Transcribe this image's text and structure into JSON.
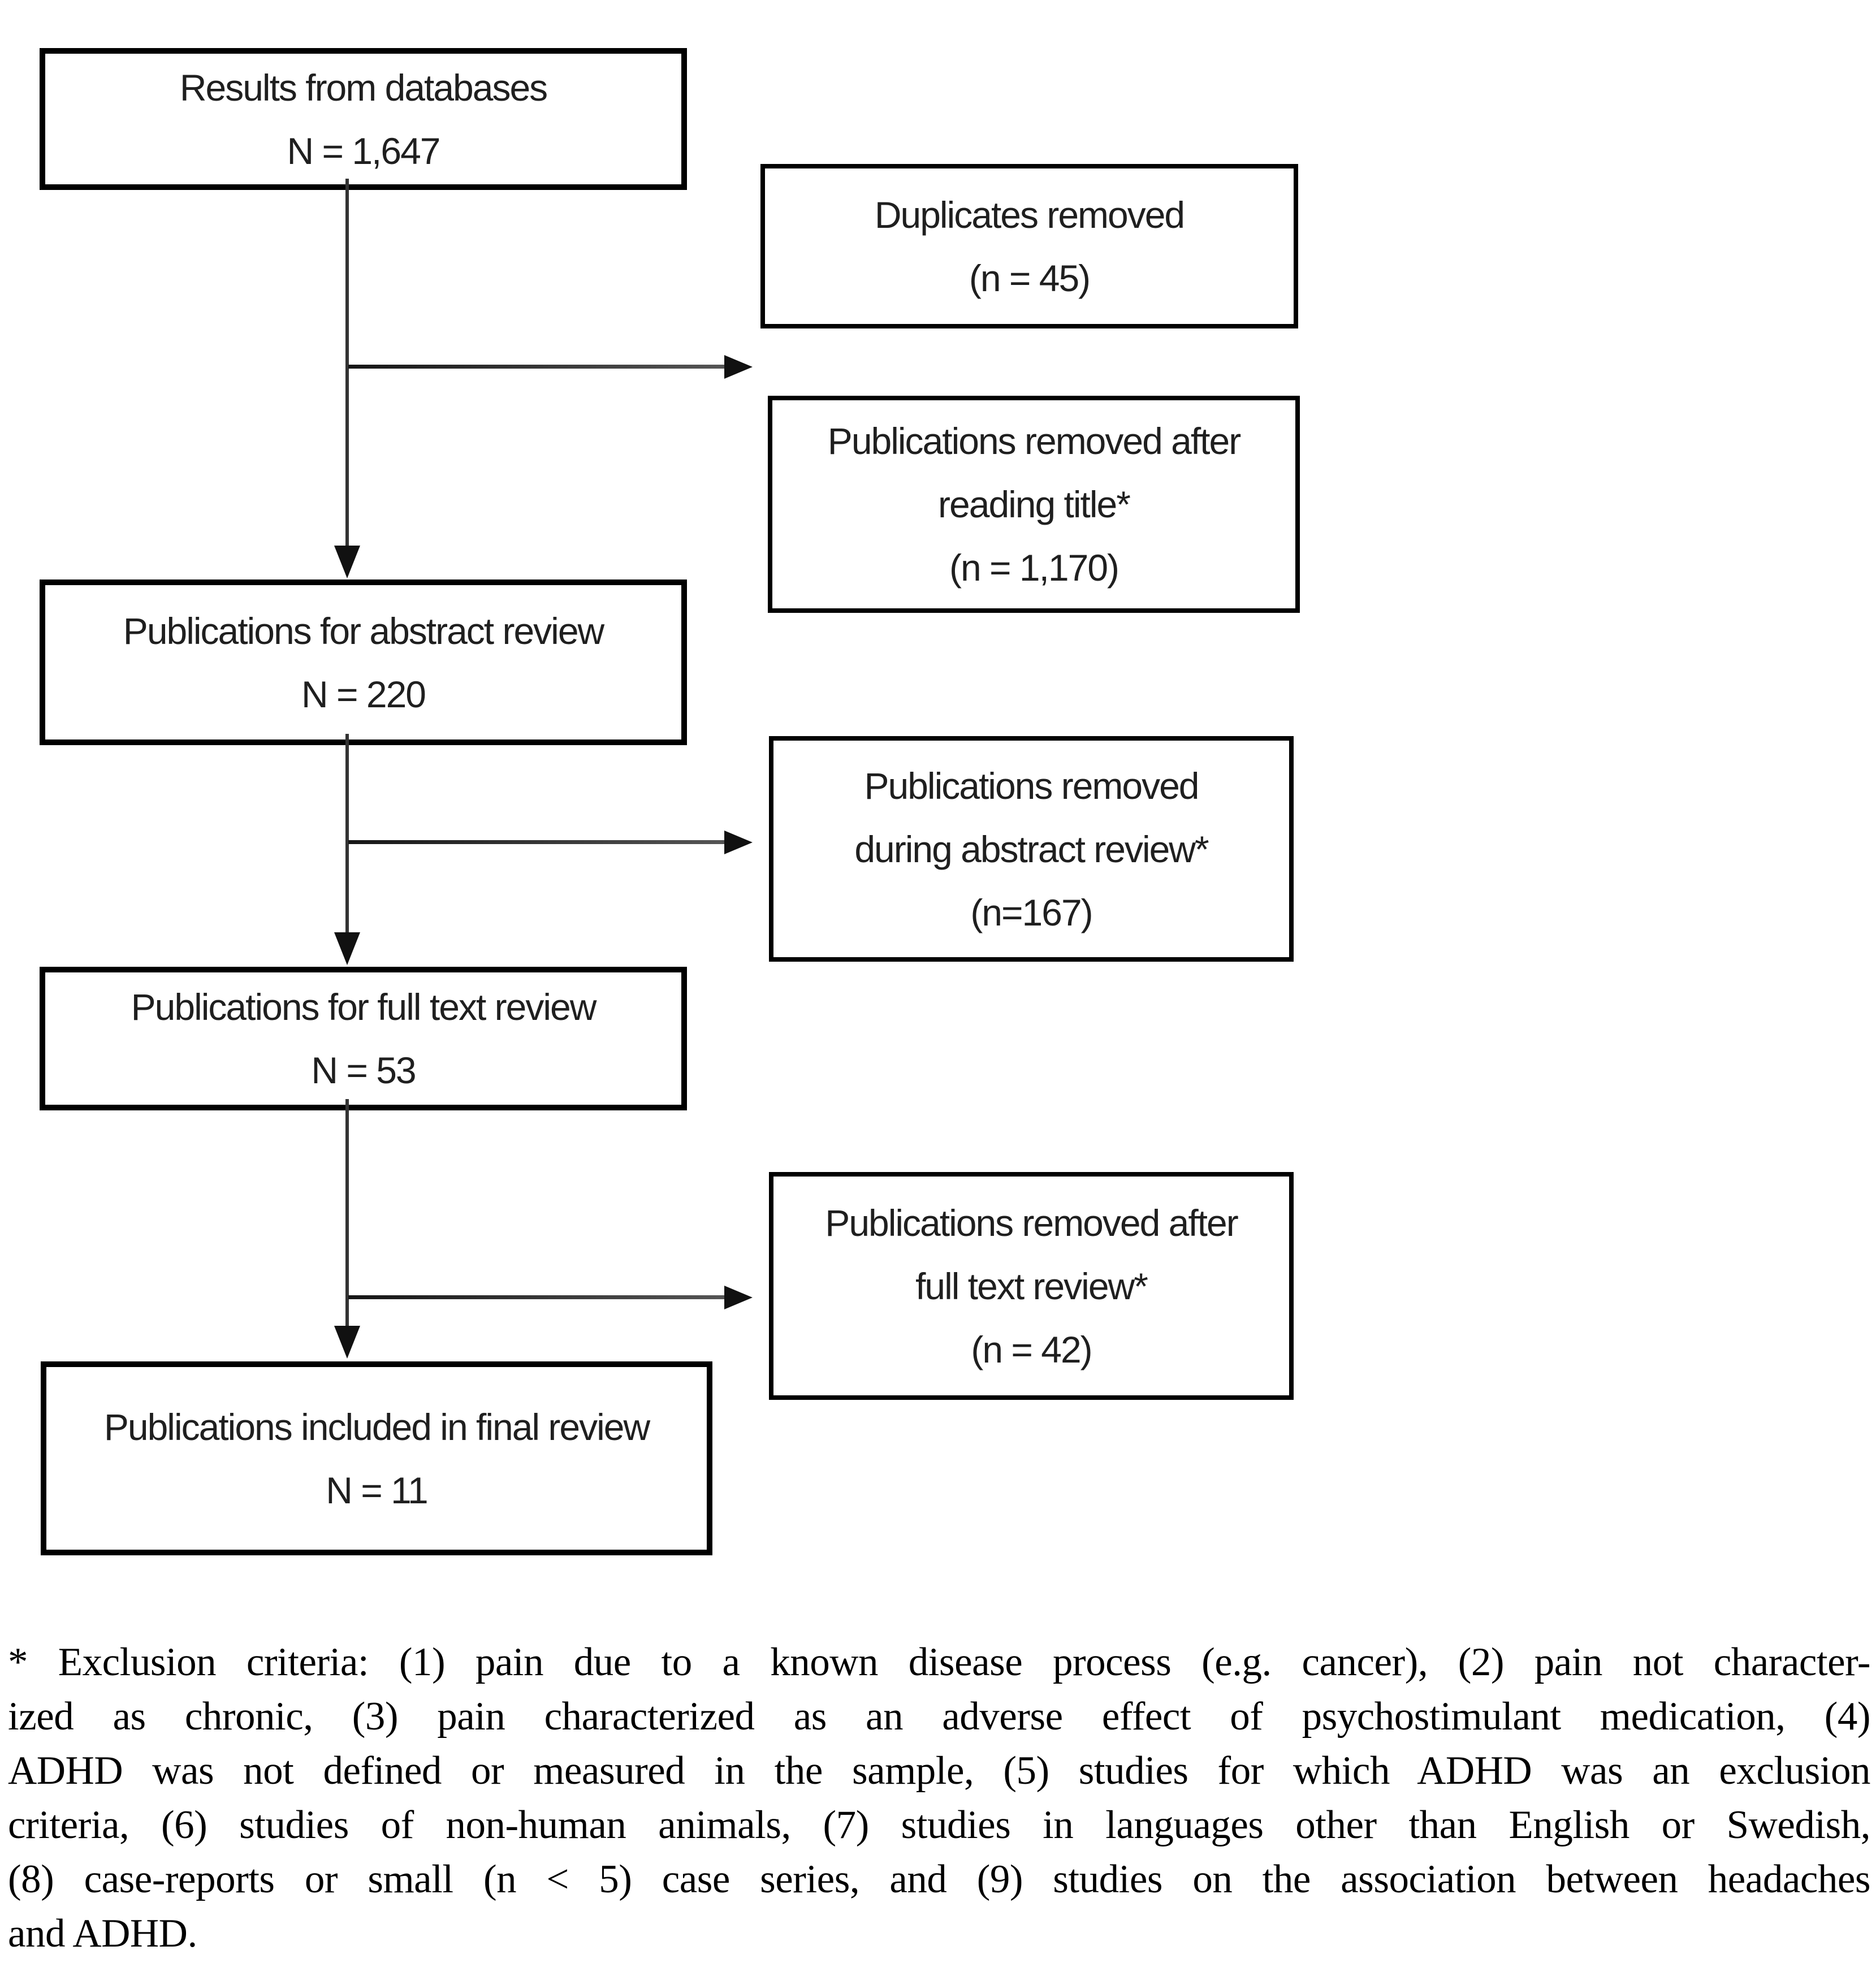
{
  "flow": {
    "stage_boxes": [
      {
        "name": "results-databases",
        "lines": [
          "Results from databases",
          "N = 1,647"
        ]
      },
      {
        "name": "abstract-review",
        "lines": [
          "Publications for abstract review",
          "N = 220"
        ]
      },
      {
        "name": "full-text-review",
        "lines": [
          "Publications for full text review",
          "N = 53"
        ]
      },
      {
        "name": "final-review",
        "lines": [
          "Publications included in final review",
          "N = 11"
        ]
      }
    ],
    "removal_boxes": [
      {
        "name": "duplicates-removed",
        "lines": [
          "Duplicates removed",
          "(n = 45)"
        ]
      },
      {
        "name": "removed-after-title",
        "lines": [
          "Publications removed after",
          "reading title*",
          "(n = 1,170)"
        ]
      },
      {
        "name": "removed-during-abstract",
        "lines": [
          "Publications removed",
          "during abstract review*",
          "(n=167)"
        ]
      },
      {
        "name": "removed-after-fulltext",
        "lines": [
          "Publications removed after",
          "full text review*",
          "(n = 42)"
        ]
      }
    ]
  },
  "footnote": {
    "lines": [
      "* Exclusion criteria: (1) pain due to a known disease process (e.g. cancer), (2) pain not character-",
      "ized as chronic, (3) pain characterized as an adverse effect of psychostimulant medication, (4)",
      "ADHD was not defined or measured in the sample, (5) studies for which ADHD was an exclusion",
      "criteria, (6) studies of non-human animals, (7) studies in languages other than English or Swedish,",
      "(8) case-reports or small (n < 5) case series, and (9) studies on the association between headaches",
      "and ADHD."
    ]
  },
  "colors": {
    "background": "#ffffff",
    "box_border": "#000000",
    "text": "#1f1f1f",
    "connector": "#333333"
  }
}
